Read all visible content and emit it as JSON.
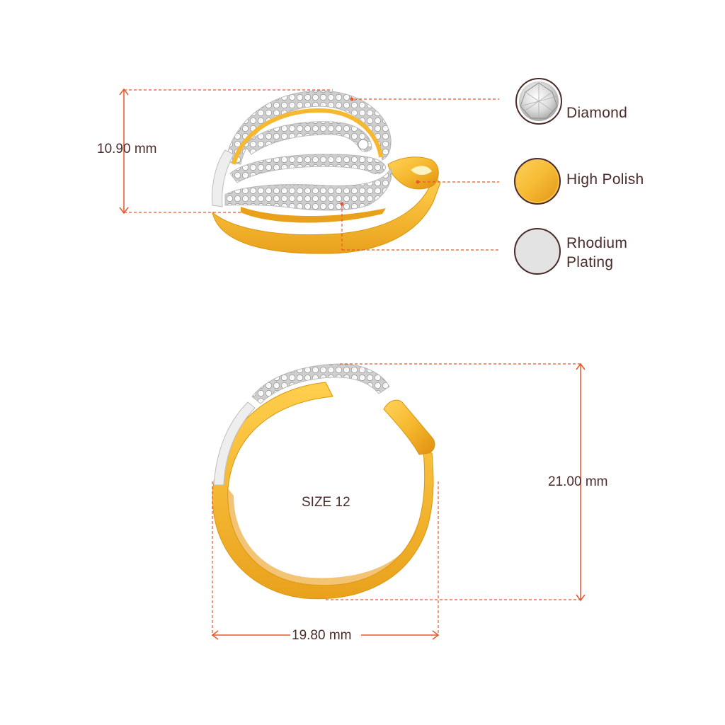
{
  "dimensions": {
    "height": "10.90 mm",
    "outer_diameter": "21.00 mm",
    "inner_diameter": "19.80 mm",
    "ring_size": "SIZE 12"
  },
  "legend": [
    {
      "label": "Diamond",
      "icon": "diamond-swatch-icon"
    },
    {
      "label": "High Polish",
      "icon": "gold-swatch-icon",
      "color": "#f7c24a"
    },
    {
      "label_line1": "Rhodium",
      "label_line2": "Plating",
      "icon": "rhodium-swatch-icon",
      "color": "#e3e3e3"
    }
  ],
  "colors": {
    "dimension_line": "#e8572a",
    "gold": "#f5b82e",
    "gold_dark": "#e59a16",
    "rhodium": "#e6e6e6",
    "swatch_border": "#4a2c2a",
    "text": "#4a2c2a"
  }
}
